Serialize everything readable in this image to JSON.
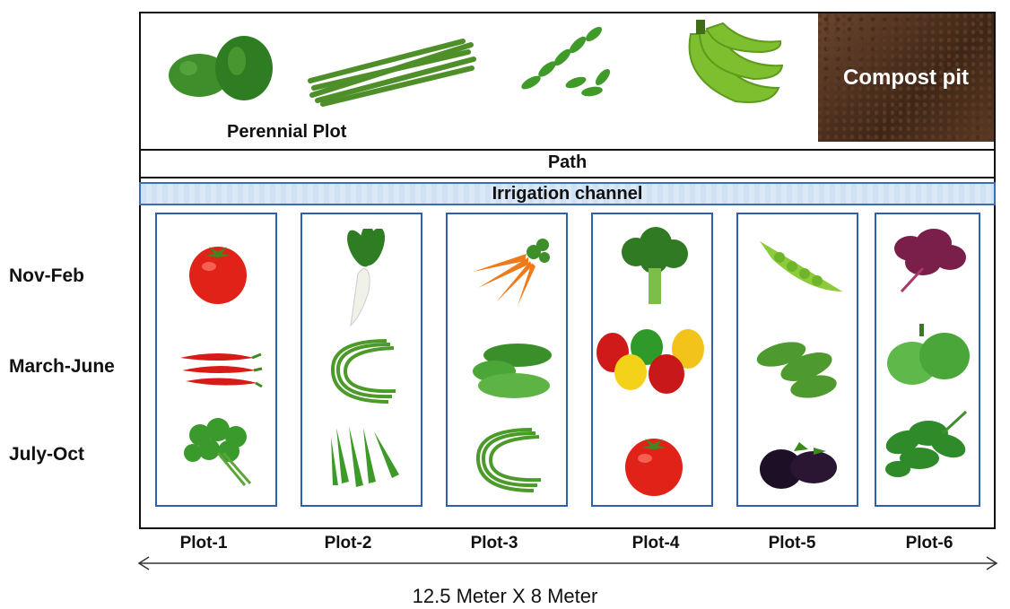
{
  "perennial": {
    "label": "Perennial Plot",
    "items": [
      "papaya-icon",
      "drumstick-icon",
      "curry-leaf-icon",
      "banana-icon"
    ]
  },
  "compost_label": "Compost pit",
  "path_label": "Path",
  "irrigation_label": "Irrigation channel",
  "seasons": [
    "Nov-Feb",
    "March-June",
    "July-Oct"
  ],
  "plots": [
    {
      "label": "Plot-1",
      "crops": [
        "tomato-icon",
        "chilli-icon",
        "coriander-icon"
      ]
    },
    {
      "label": "Plot-2",
      "crops": [
        "radish-icon",
        "cowpea-icon",
        "okra-icon"
      ]
    },
    {
      "label": "Plot-3",
      "crops": [
        "carrot-icon",
        "cucumber-icon",
        "cowpea-icon"
      ]
    },
    {
      "label": "Plot-4",
      "crops": [
        "broccoli-icon",
        "capsicum-icon",
        "tomato-icon"
      ]
    },
    {
      "label": "Plot-5",
      "crops": [
        "pea-icon",
        "bitter-gourd-icon",
        "brinjal-icon"
      ]
    },
    {
      "label": "Plot-6",
      "crops": [
        "red-amaranth-icon",
        "bottle-gourd-icon",
        "spinach-icon"
      ]
    }
  ],
  "dimension_label": "12.5 Meter X 8 Meter",
  "colors": {
    "plot_border": "#2f5fa8",
    "irrigation_fill": "#cfe1f3",
    "compost": "#4a2d1b"
  }
}
